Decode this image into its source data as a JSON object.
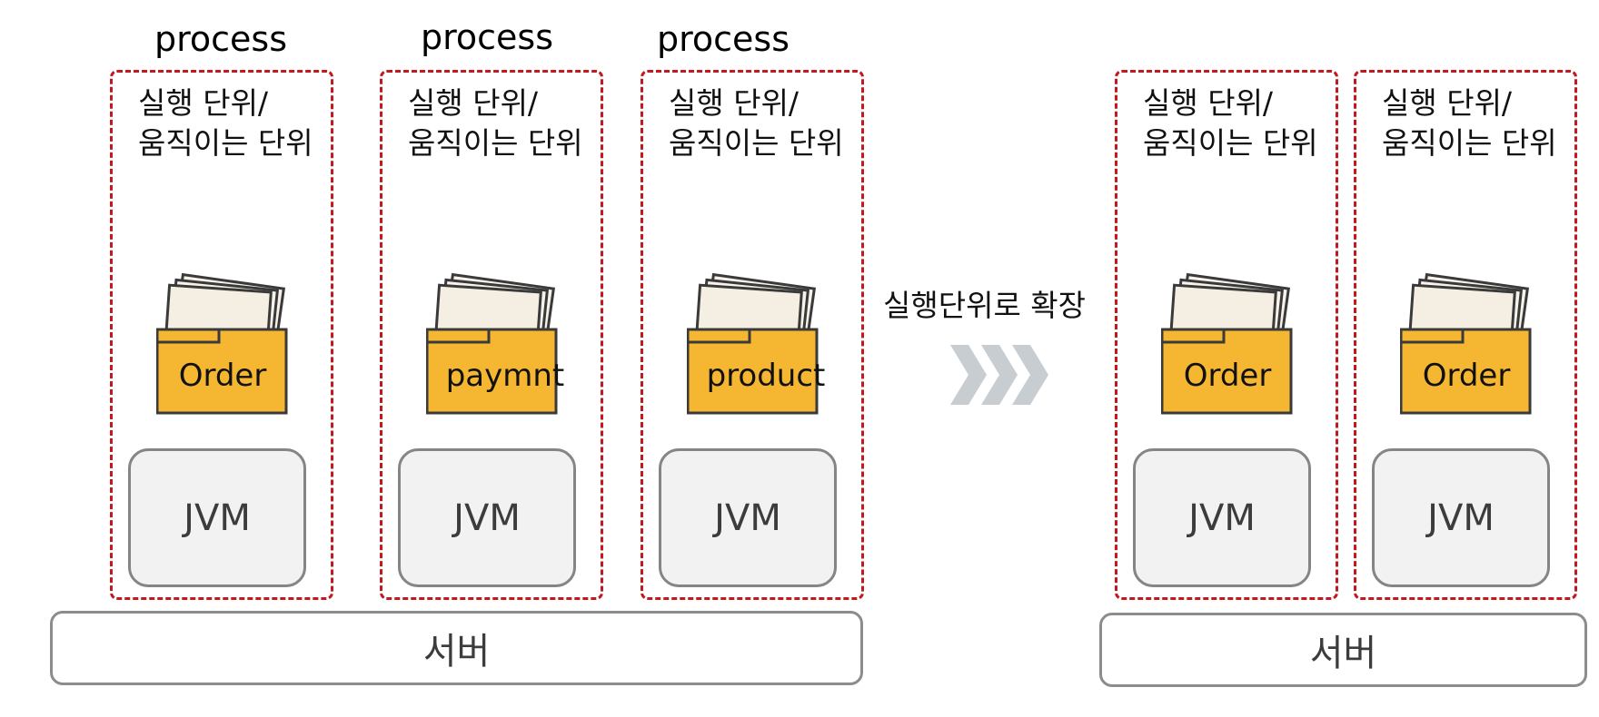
{
  "process_labels": [
    "process",
    "process",
    "process"
  ],
  "unit_text": {
    "line1": "실행 단위/",
    "line2": "움직이는 단위"
  },
  "left_group": {
    "modules": [
      {
        "name": "Order",
        "runtime": "JVM"
      },
      {
        "name": "paymnt",
        "runtime": "JVM"
      },
      {
        "name": "product",
        "runtime": "JVM"
      }
    ],
    "server_label": "서버"
  },
  "transition": {
    "label": "실행단위로 확장",
    "icon": "triple-chevron-right-icon"
  },
  "right_group": {
    "modules": [
      {
        "name": "Order",
        "runtime": "JVM"
      },
      {
        "name": "Order",
        "runtime": "JVM"
      }
    ],
    "server_label": "서버"
  },
  "colors": {
    "dash_border": "#c0191f",
    "folder_fill": "#f5b731",
    "folder_stroke": "#3a3a3a",
    "jvm_fill": "#f2f2f2",
    "jvm_border": "#858585",
    "server_border": "#8c8c8c",
    "chevron": "#c8cdd1"
  }
}
